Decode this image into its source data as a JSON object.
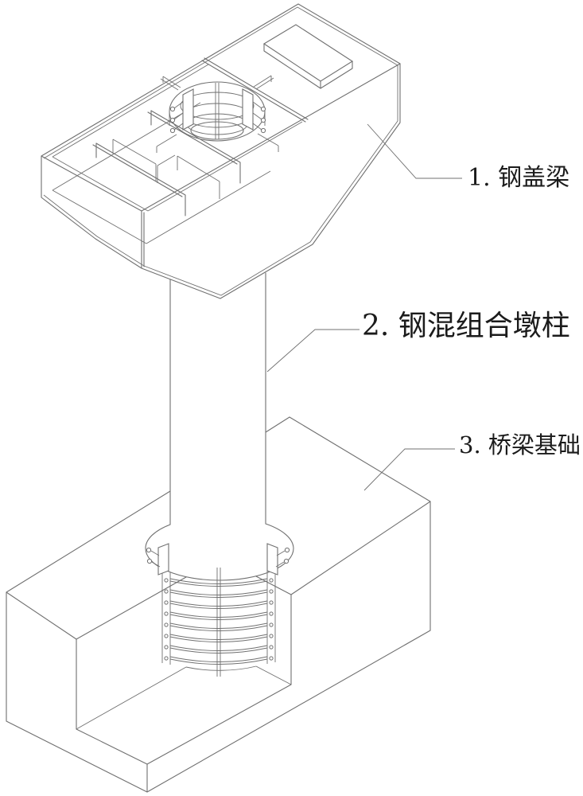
{
  "figure_type": "isometric patent line drawing of a bridge pier assembly",
  "background_color": "#ffffff",
  "line_color": "#707070",
  "text_color": "#1b1b1b",
  "components": {
    "cap_beam": {
      "number": "1",
      "name": "钢盖梁",
      "label": "1. 钢盖梁"
    },
    "pier_column": {
      "number": "2",
      "name": "钢混组合墩柱",
      "label": "2. 钢混组合墩柱"
    },
    "foundation": {
      "number": "3",
      "name": "桥梁基础",
      "label": "3. 桥梁基础"
    }
  }
}
